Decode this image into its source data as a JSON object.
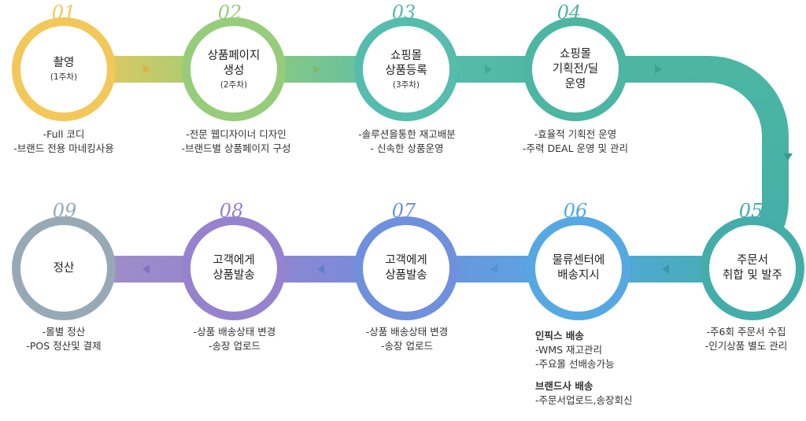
{
  "colors": {
    "s1": "#f2c85a",
    "s2": "#96cc7a",
    "s3": "#55bcae",
    "s4": "#4cb6a2",
    "s5": "#44adaa",
    "s6": "#56a8e2",
    "s7": "#6f90dc",
    "s8": "#9782ce",
    "s9": "#98a9b6"
  },
  "steps": [
    {
      "num": "01",
      "title": "촬영",
      "sub": "(1주차)",
      "desc": [
        "-Full 코디",
        "-브랜드 전용 마네킹사용"
      ]
    },
    {
      "num": "02",
      "title": "상품페이지\n생성",
      "sub": "(2주차)",
      "desc": [
        "-전문 웹디자이너 디자인",
        "-브랜드별 상품페이지 구성"
      ]
    },
    {
      "num": "03",
      "title": "쇼핑몰\n상품등록",
      "sub": "(3주차)",
      "desc": [
        "-솔루션을통한 재고배분",
        "- 신속한 상품운영"
      ]
    },
    {
      "num": "04",
      "title": "쇼핑몰\n기획전/딜\n운영",
      "sub": "",
      "desc": [
        "-효율적 기획전 운영",
        "-주력 DEAL 운영 및 관리"
      ]
    },
    {
      "num": "05",
      "title": "주문서\n취합 및 발주",
      "sub": "",
      "desc": [
        "-주6회 주문서 수집",
        "-인기상품 별도 관리"
      ]
    },
    {
      "num": "06",
      "title": "물류센터에\n배송지시",
      "sub": "",
      "groups": [
        {
          "head": "인픽스 배송",
          "lines": [
            "-WMS 재고관리",
            "-주요몰 선배송가능"
          ]
        },
        {
          "head": "브랜드사 배송",
          "lines": [
            "-주문서업로드,송장회신"
          ]
        }
      ]
    },
    {
      "num": "07",
      "title": "고객에게\n상품발송",
      "sub": "",
      "desc": [
        "-상품 배송상태 변경",
        "-송장 업로드"
      ]
    },
    {
      "num": "08",
      "title": "고객에게\n상품발송",
      "sub": "",
      "desc": [
        "-상품 배송상태 변경",
        "-송장 업로드"
      ]
    },
    {
      "num": "09",
      "title": "정산",
      "sub": "",
      "desc": [
        "-몰별 정산",
        "-POS 정산및 결제"
      ]
    }
  ]
}
